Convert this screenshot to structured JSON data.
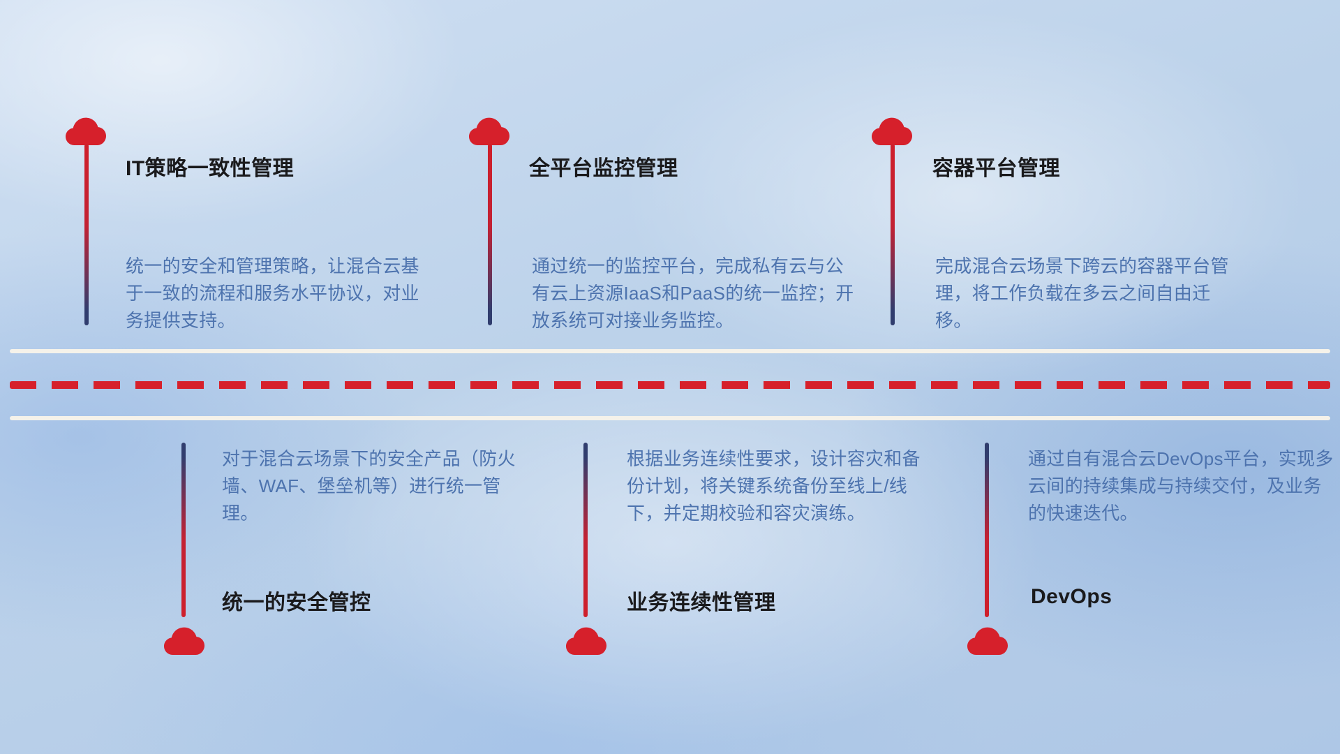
{
  "colors": {
    "accent_red": "#d6202b",
    "line_navy": "#303d6e",
    "title_text": "#1a1a1c",
    "description_text": "#4d73ae",
    "road_line": "#f5f2ea"
  },
  "items": [
    {
      "title": "IT策略一致性管理",
      "description": "统一的安全和管理策略，让混合云基于一致的流程和服务水平协议，对业务提供支持。"
    },
    {
      "title": "全平台监控管理",
      "description": "通过统一的监控平台，完成私有云与公有云上资源IaaS和PaaS的统一监控；开放系统可对接业务监控。"
    },
    {
      "title": "容器平台管理",
      "description": "完成混合云场景下跨云的容器平台管理，将工作负载在多云之间自由迁移。"
    },
    {
      "title": "统一的安全管控",
      "description": "对于混合云场景下的安全产品（防火墙、WAF、堡垒机等）进行统一管理。"
    },
    {
      "title": "业务连续性管理",
      "description": "根据业务连续性要求，设计容灾和备份计划，将关键系统备份至线上/线下，并定期校验和容灾演练。"
    },
    {
      "title": "DevOps",
      "description": "通过自有混合云DevOps平台，实现多云间的持续集成与持续交付，及业务的快速迭代。"
    }
  ]
}
